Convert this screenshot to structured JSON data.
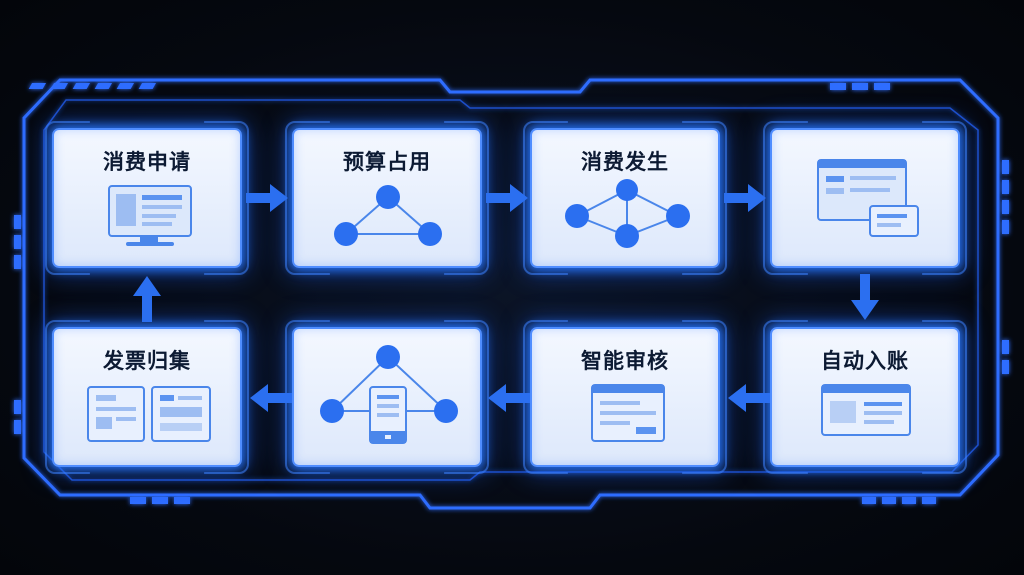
{
  "colors": {
    "accent": "#1e64f0",
    "glow": "#3c8cff",
    "card_bg": "#eaf1fd",
    "title_text": "#0c1a33",
    "background": "#05080f"
  },
  "steps": [
    {
      "label": "消费申请",
      "icon": "monitor-form-icon"
    },
    {
      "label": "预算占用",
      "icon": "triangle-network-icon"
    },
    {
      "label": "消费发生",
      "icon": "diamond-network-icon"
    },
    {
      "label": "",
      "icon": "window-documents-icon"
    },
    {
      "label": "自动入账",
      "icon": "ledger-card-icon"
    },
    {
      "label": "智能审核",
      "icon": "review-form-icon"
    },
    {
      "label": "",
      "icon": "tablet-network-icon"
    },
    {
      "label": "发票归集",
      "icon": "invoice-cards-icon"
    }
  ]
}
